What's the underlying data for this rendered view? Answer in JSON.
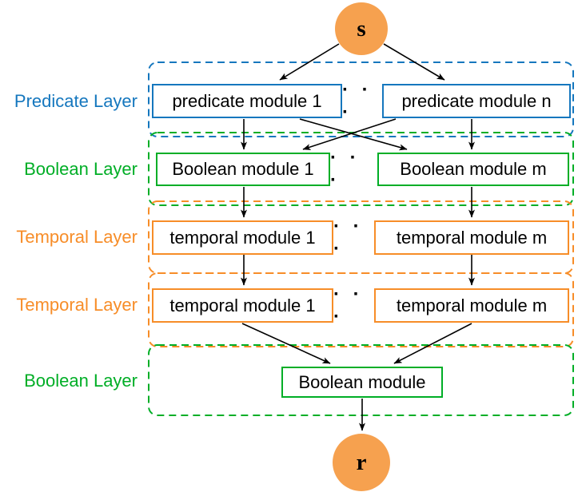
{
  "palette": {
    "blue": "#1577BE",
    "green": "#00AE26",
    "orange": "#F78D28",
    "circle_fill": "#F6A14F",
    "text": "#000000",
    "background": "#FFFFFF"
  },
  "nodes": {
    "source": "s",
    "result": "r",
    "dots": "· · ·"
  },
  "layers": [
    {
      "id": "predicate-layer",
      "label": "Predicate Layer",
      "color": "#1577BE",
      "boxes": [
        "predicate module 1",
        "predicate module n"
      ]
    },
    {
      "id": "boolean-layer-1",
      "label": "Boolean Layer",
      "color": "#00AE26",
      "boxes": [
        "Boolean module 1",
        "Boolean module m"
      ]
    },
    {
      "id": "temporal-layer-1",
      "label": "Temporal Layer",
      "color": "#F78D28",
      "boxes": [
        "temporal module 1",
        "temporal module m"
      ]
    },
    {
      "id": "temporal-layer-2",
      "label": "Temporal Layer",
      "color": "#F78D28",
      "boxes": [
        "temporal module 1",
        "temporal module m"
      ]
    },
    {
      "id": "boolean-layer-2",
      "label": "Boolean Layer",
      "color": "#00AE26",
      "boxes": [
        "Boolean module"
      ]
    }
  ]
}
